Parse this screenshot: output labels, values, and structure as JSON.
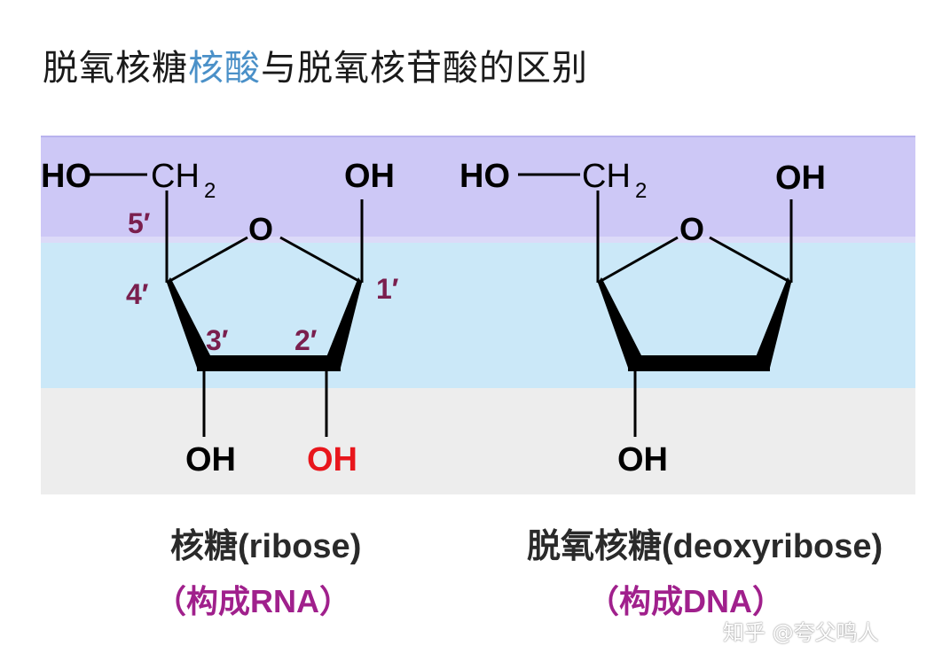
{
  "title": {
    "part1": "脱氧核糖",
    "highlight": "核酸",
    "part2": "与脱氧核苷酸的区别"
  },
  "ribose": {
    "ho": "HO",
    "ch": "CH",
    "sub2": "2",
    "oh_top": "OH",
    "ring_o": "O",
    "oh_bottom_left": "OH",
    "oh_bottom_right": "OH",
    "label": "核糖(ribose)",
    "sublabel": "（构成RNA）",
    "positions": {
      "p5": "5′",
      "p4": "4′",
      "p3": "3′",
      "p2": "2′",
      "p1": "1′"
    }
  },
  "deoxyribose": {
    "ho": "HO",
    "ch": "CH",
    "sub2": "2",
    "oh_top": "OH",
    "ring_o": "O",
    "oh_bottom": "OH",
    "label": "脱氧核糖(deoxyribose)",
    "sublabel": "（构成DNA）"
  },
  "watermark": "知乎 @夸父鸣人",
  "colors": {
    "band_purple": "#cdc8f6",
    "band_blue": "#cbe8f8",
    "band_gray": "#ededed",
    "position_label": "#7a1f4e",
    "oh_highlight": "#e8161c",
    "sublabel": "#a0208c"
  }
}
